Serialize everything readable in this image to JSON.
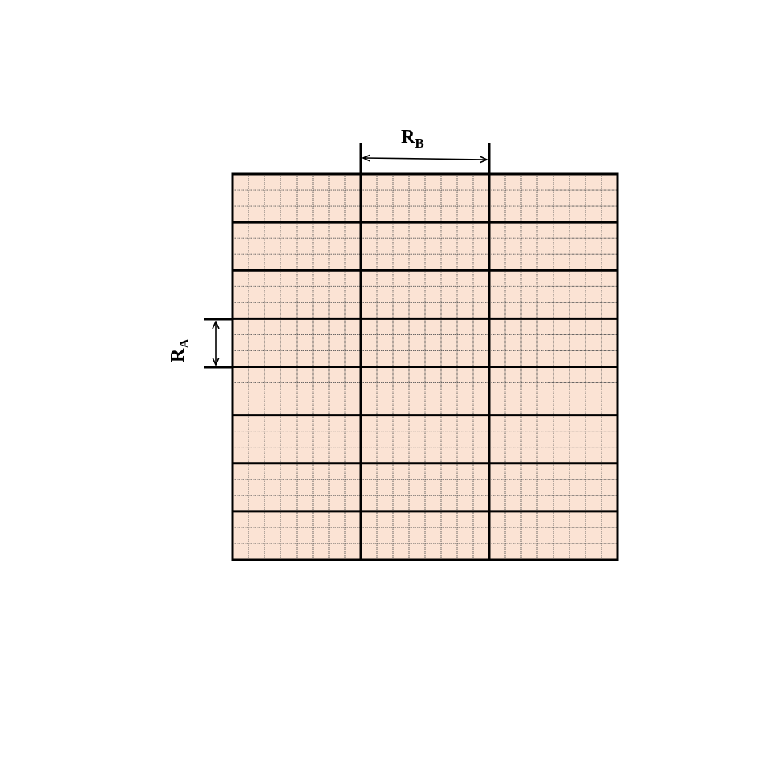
{
  "diagram": {
    "labels": {
      "rb": {
        "main": "R",
        "sub": "B"
      },
      "ra": {
        "main": "R",
        "sub": "A"
      }
    },
    "grid": {
      "major_cols": 3,
      "major_rows": 8,
      "minor_cols_per_major": 8,
      "minor_rows_per_major": 3
    },
    "colors": {
      "fill": "#fbe3d4",
      "major_line": "#000000",
      "minor_line": "#555555"
    }
  }
}
